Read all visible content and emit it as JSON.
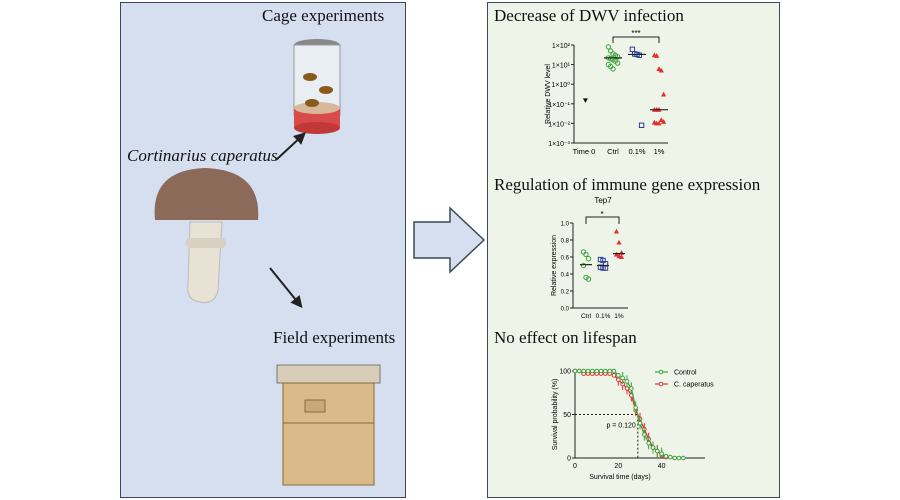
{
  "left": {
    "cage_title": "Cage experiments",
    "species": "Cortinarius caperatus",
    "field_title": "Field experiments"
  },
  "right": {
    "dwv_title": "Decrease of DWV infection",
    "immune_title": "Regulation of immune gene expression",
    "lifespan_title": "No effect on lifespan"
  },
  "colors": {
    "left_bg": "#d5dff0",
    "right_bg": "#eef4e8",
    "control": "#3aa33a",
    "low": "#2a3e9a",
    "high": "#e03030"
  },
  "chart_data": [
    {
      "type": "scatter",
      "title": "",
      "ylabel": "Relative DWV level",
      "yscale": "log",
      "ylim": [
        0.001,
        100
      ],
      "yticks": [
        "1×10²",
        "1×10¹",
        "1×10⁰",
        "1×10⁻¹",
        "1×10⁻²",
        "1×10⁻³"
      ],
      "ytick_values": [
        100,
        10,
        1,
        0.1,
        0.01,
        0.001
      ],
      "categories": [
        "Time 0",
        "Ctrl",
        "0.1%",
        "1%"
      ],
      "significance": {
        "between": [
          "Ctrl",
          "1%"
        ],
        "label": "***"
      },
      "series": [
        {
          "name": "Time 0",
          "values": [
            0.15
          ],
          "median": null
        },
        {
          "name": "Ctrl",
          "values": [
            80,
            50,
            35,
            30,
            25,
            22,
            20,
            18,
            15,
            12,
            10,
            8,
            6
          ],
          "median": 22
        },
        {
          "name": "0.1%",
          "values": [
            60,
            35,
            33,
            30,
            0.008
          ],
          "median": 33
        },
        {
          "name": "1%",
          "values": [
            30,
            28,
            6,
            5,
            0.3,
            0.05,
            0.05,
            0.05,
            0.015,
            0.012,
            0.011,
            0.01,
            0.01
          ],
          "median": 0.05
        }
      ]
    },
    {
      "type": "scatter",
      "title": "Tep7",
      "ylabel": "Relative expression",
      "ylim": [
        0,
        1
      ],
      "yticks": [
        "0.0",
        "0.2",
        "0.4",
        "0.6",
        "0.8",
        "1.0"
      ],
      "ytick_values": [
        0,
        0.2,
        0.4,
        0.6,
        0.8,
        1.0
      ],
      "categories": [
        "Ctrl",
        "0.1%",
        "1%"
      ],
      "significance": {
        "between": [
          "Ctrl",
          "1%"
        ],
        "label": "*"
      },
      "series": [
        {
          "name": "Ctrl",
          "values": [
            0.66,
            0.63,
            0.58,
            0.5,
            0.36,
            0.34
          ],
          "median": 0.51
        },
        {
          "name": "0.1%",
          "values": [
            0.57,
            0.56,
            0.52,
            0.48,
            0.47,
            0.47
          ],
          "median": 0.5
        },
        {
          "name": "1%",
          "values": [
            0.9,
            0.77,
            0.65,
            0.63,
            0.61,
            0.6
          ],
          "median": 0.64
        }
      ]
    },
    {
      "type": "line",
      "xlabel": "Survival time (days)",
      "ylabel": "Survival probability (%)",
      "xlim": [
        0,
        60
      ],
      "ylim": [
        0,
        100
      ],
      "xticks": [
        "0",
        "20",
        "40"
      ],
      "xtick_values": [
        0,
        20,
        40
      ],
      "yticks": [
        "0",
        "50",
        "100"
      ],
      "ytick_values": [
        0,
        50,
        100
      ],
      "annotation": "p = 0.120",
      "median_day": 29,
      "legend": "top-right",
      "series": [
        {
          "name": "Control",
          "x": [
            0,
            2,
            4,
            6,
            8,
            10,
            12,
            14,
            16,
            18,
            20,
            22,
            24,
            26,
            28,
            30,
            32,
            34,
            36,
            38,
            40,
            42,
            44,
            46,
            48,
            50
          ],
          "y": [
            100,
            100,
            100,
            100,
            100,
            100,
            100,
            100,
            100,
            100,
            95,
            92,
            88,
            80,
            58,
            40,
            27,
            17,
            12,
            8,
            5,
            2,
            1,
            0,
            0,
            0
          ]
        },
        {
          "name": "C. caperatus",
          "x": [
            0,
            2,
            4,
            6,
            8,
            10,
            12,
            14,
            16,
            18,
            20,
            22,
            24,
            26,
            28,
            30,
            32,
            34,
            36,
            38,
            40,
            42
          ],
          "y": [
            100,
            100,
            97,
            97,
            97,
            97,
            97,
            97,
            97,
            95,
            90,
            85,
            80,
            72,
            55,
            45,
            33,
            22,
            12,
            8,
            3,
            1
          ]
        }
      ]
    }
  ]
}
